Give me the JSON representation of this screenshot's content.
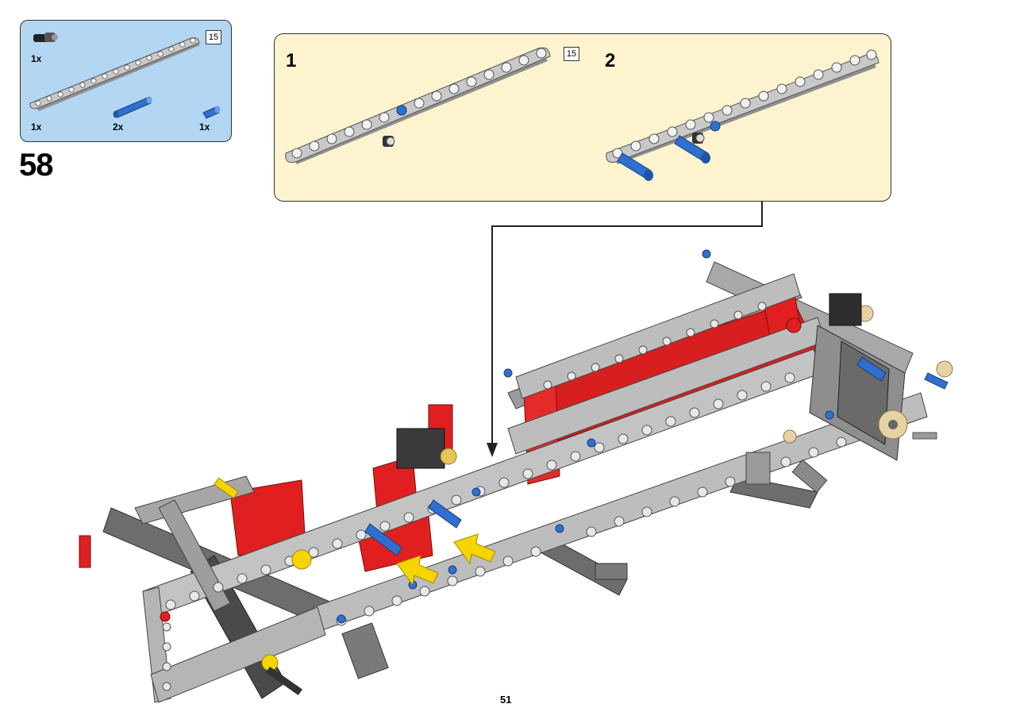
{
  "step": {
    "number": "58"
  },
  "parts": [
    {
      "qty": "1x",
      "part": "axle-connector"
    },
    {
      "qty": "1x",
      "part": "beam-15",
      "length": "15"
    },
    {
      "qty": "2x",
      "part": "blue-pin-long"
    },
    {
      "qty": "1x",
      "part": "blue-pin-short"
    }
  ],
  "substeps": [
    {
      "number": "1",
      "length": "15"
    },
    {
      "number": "2"
    }
  ],
  "page": {
    "number": "51"
  },
  "colors": {
    "parts_bg": "#b3d6f2",
    "substep_bg": "#fdf4cf",
    "beam_gray": "#b9b9b9",
    "dark_gray": "#5a5a5a",
    "red": "#e02020",
    "blue": "#2f6fd0",
    "yellow": "#f5d400",
    "tan": "#e6d3a3"
  }
}
